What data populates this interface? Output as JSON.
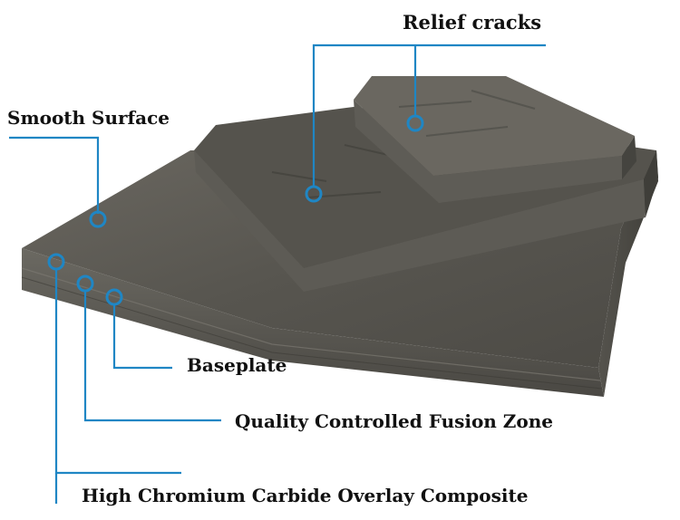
{
  "labels": {
    "relief_cracks": "Relief cracks",
    "smooth_surface": "Smooth Surface",
    "baseplate": "Baseplate",
    "fusion_zone": "Quality Controlled Fusion Zone",
    "overlay_composite": "High Chromium Carbide Overlay Composite"
  },
  "colors": {
    "callout": "#1f86c4",
    "label_text": "#111111",
    "plate_top": "#5d5b55",
    "plate_side": "#47463f"
  }
}
